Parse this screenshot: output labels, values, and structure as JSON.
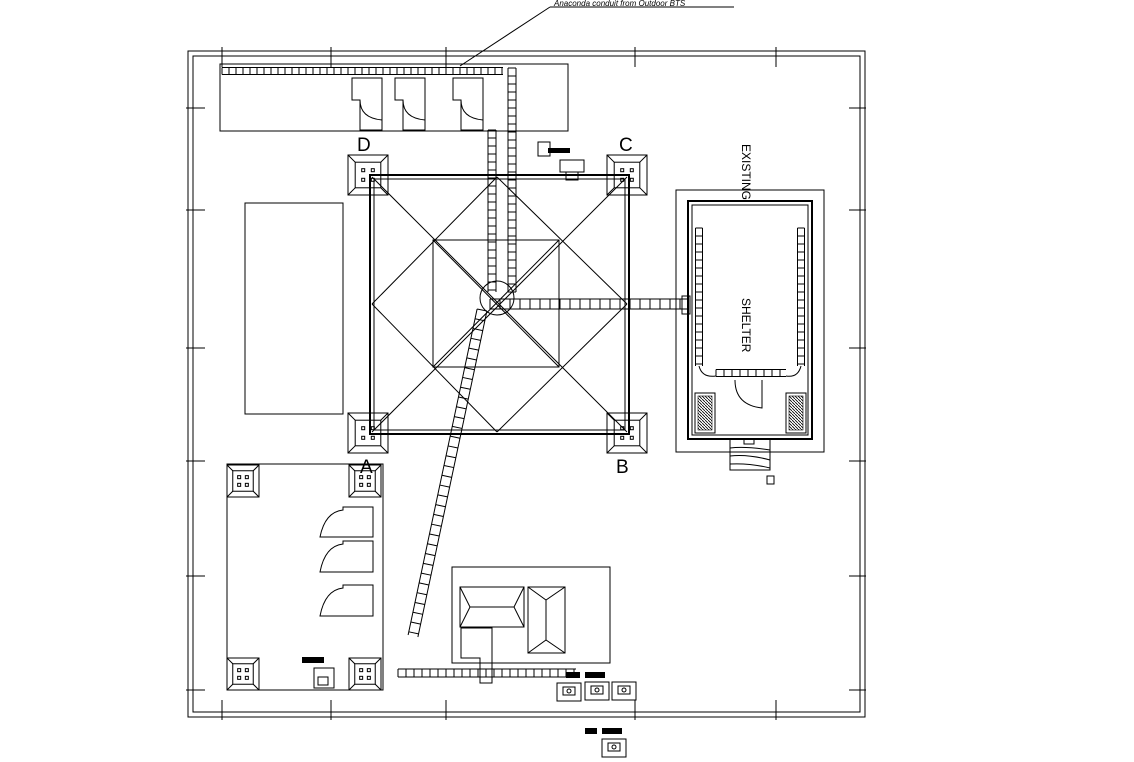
{
  "callout": {
    "text": "Anaconda conduit from Outdoor BTS"
  },
  "tower": {
    "leg_labels": {
      "a": "A",
      "b": "B",
      "c": "C",
      "d": "D"
    }
  },
  "shelter": {
    "existing": "EXISTING",
    "shelter": "SHELTER"
  },
  "colors": {
    "line": "#000000",
    "background": "#ffffff"
  }
}
